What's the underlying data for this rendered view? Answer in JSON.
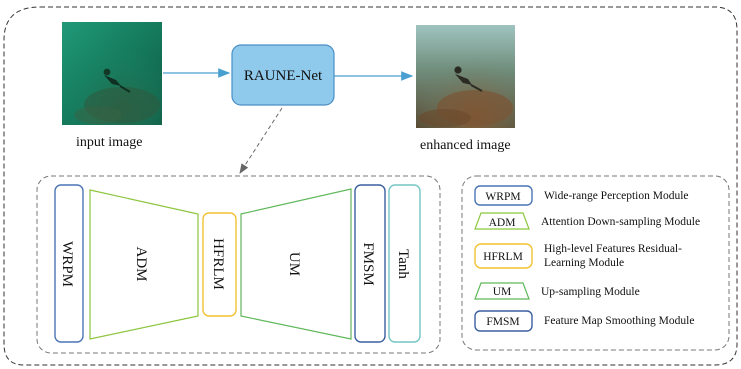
{
  "pipeline": {
    "input_caption": "input image",
    "network_label": "RAUNE-Net",
    "output_caption": "enhanced image"
  },
  "architecture": {
    "blocks": [
      "WRPM",
      "ADM",
      "HFRLM",
      "UM",
      "FMSM",
      "Tanh"
    ]
  },
  "legend": {
    "items": [
      {
        "abbr": "WRPM",
        "desc": "Wide-range Perception Module",
        "color": "#4a74b5"
      },
      {
        "abbr": "ADM",
        "desc": "Attention Down-sampling Module",
        "color": "#8cc63e"
      },
      {
        "abbr": "HFRLM",
        "desc": "High-level Features Residual-Learning Module",
        "color": "#f2c230"
      },
      {
        "abbr": "UM",
        "desc": "Up-sampling Module",
        "color": "#5fb85a"
      },
      {
        "abbr": "FMSM",
        "desc": "Feature Map Smoothing Module",
        "color": "#3b5fa0"
      }
    ],
    "tanh_color": "#74c6c4"
  },
  "colors": {
    "network_fill": "#8fc9ec",
    "network_stroke": "#4a8fc4",
    "arrow": "#4a9fd1"
  }
}
